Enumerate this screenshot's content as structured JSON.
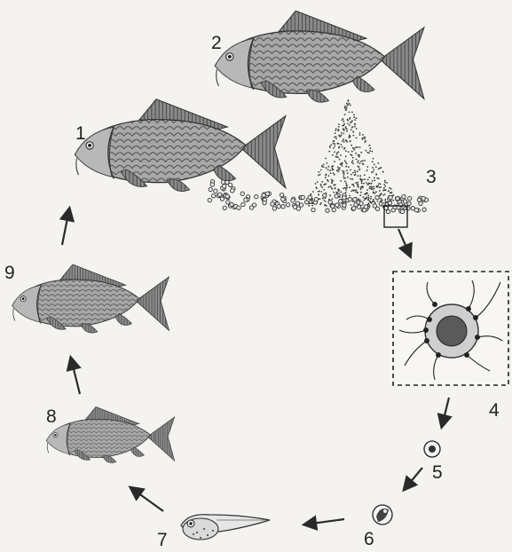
{
  "labels": {
    "n1": "1",
    "n2": "2",
    "n3": "3",
    "n4": "4",
    "n5": "5",
    "n6": "6",
    "n7": "7",
    "n8": "8",
    "n9": "9"
  },
  "stages": [
    {
      "number": "1",
      "depicts": "adult-female-fish"
    },
    {
      "number": "2",
      "depicts": "adult-male-fish"
    },
    {
      "number": "3",
      "depicts": "eggs-and-milt"
    },
    {
      "number": "4",
      "depicts": "fertilization-magnified"
    },
    {
      "number": "5",
      "depicts": "zygote"
    },
    {
      "number": "6",
      "depicts": "developing-embryo"
    },
    {
      "number": "7",
      "depicts": "larva"
    },
    {
      "number": "8",
      "depicts": "young-fish"
    },
    {
      "number": "9",
      "depicts": "adult-fish"
    }
  ],
  "colors": {
    "background": "#f4f3ef",
    "ink": "#222222",
    "fish_body": "#9a9a9a",
    "fish_dark": "#555555"
  }
}
